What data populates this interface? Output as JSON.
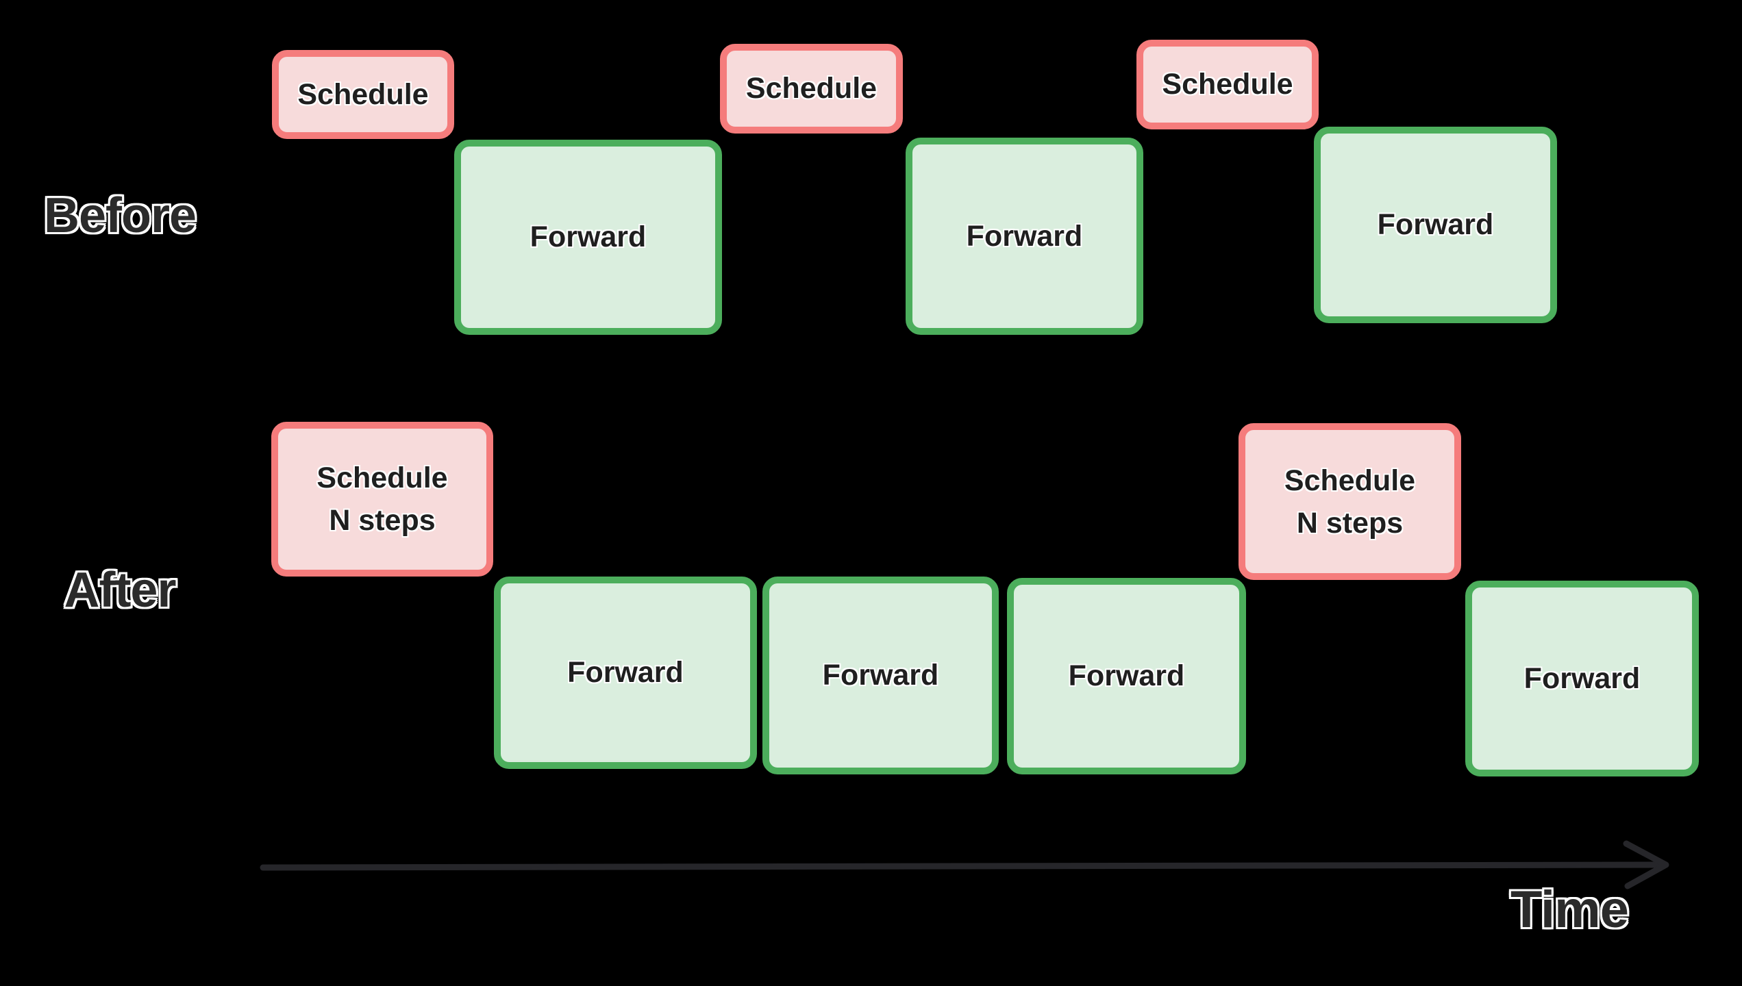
{
  "colors": {
    "background": "#000000",
    "schedule_border": "#f57c7c",
    "schedule_fill": "#f7dbdb",
    "forward_border": "#4cae5c",
    "forward_fill": "#daeede",
    "box_text": "#1f1f1f",
    "label_text": "#2b2b2b",
    "label_outline": "#ffffff",
    "arrow": "#26262a"
  },
  "rows": {
    "before": {
      "label": "Before",
      "boxes": [
        {
          "type": "schedule",
          "label": "Schedule"
        },
        {
          "type": "forward",
          "label": "Forward"
        },
        {
          "type": "schedule",
          "label": "Schedule"
        },
        {
          "type": "forward",
          "label": "Forward"
        },
        {
          "type": "schedule",
          "label": "Schedule"
        },
        {
          "type": "forward",
          "label": "Forward"
        }
      ]
    },
    "after": {
      "label": "After",
      "boxes": [
        {
          "type": "schedule",
          "label": "Schedule N steps",
          "lines": [
            "Schedule",
            "N steps"
          ]
        },
        {
          "type": "forward",
          "label": "Forward"
        },
        {
          "type": "forward",
          "label": "Forward"
        },
        {
          "type": "forward",
          "label": "Forward"
        },
        {
          "type": "schedule",
          "label": "Schedule N steps",
          "lines": [
            "Schedule",
            "N steps"
          ]
        },
        {
          "type": "forward",
          "label": "Forward"
        }
      ]
    }
  },
  "timeline": {
    "label": "Time"
  }
}
